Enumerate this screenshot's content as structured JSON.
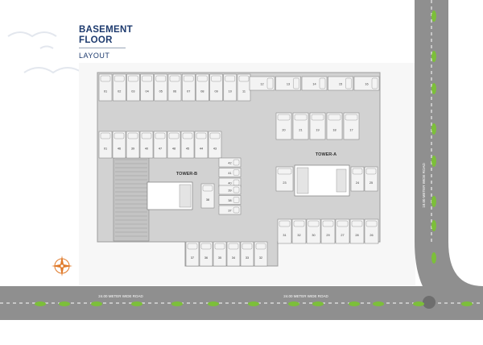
{
  "title": {
    "line1": "BASEMENT",
    "line2": "FLOOR",
    "subtitle": "LAYOUT"
  },
  "towers": {
    "a": "TOWER-A",
    "b": "TOWER-B"
  },
  "roads": {
    "south_left": "24.00 METER WIDE ROAD",
    "south_right": "24.00 METER WIDE ROAD",
    "east": "18.00 METER WIDE ROAD"
  },
  "parking": {
    "top_row": [
      "01",
      "02",
      "03",
      "04",
      "05",
      "06",
      "07",
      "08",
      "09",
      "10",
      "11"
    ],
    "top_right_row": [
      "12",
      "13",
      "14",
      "15",
      "16"
    ],
    "right_col": [
      "20",
      "21",
      "19",
      "18",
      "17"
    ],
    "left_block": [
      "01",
      "46",
      "39",
      "40",
      "47",
      "48",
      "45",
      "44",
      "43"
    ],
    "middle_block": [
      "42",
      "41",
      "40",
      "39",
      "38",
      "37"
    ],
    "tower_a_side": [
      "23",
      "24",
      "25"
    ],
    "bottom_right_row": [
      "31",
      "32",
      "30",
      "29",
      "27",
      "28",
      "26"
    ],
    "bottom_left_row": [
      "37",
      "36",
      "35",
      "34",
      "33",
      "32"
    ]
  },
  "colors": {
    "title": "#1d3a6e",
    "road": "#8f8f8f",
    "floor": "#d2d2d2",
    "slot": "#f3f3f3",
    "tree": "#7cbf3a",
    "compass": "#e07a2a"
  }
}
